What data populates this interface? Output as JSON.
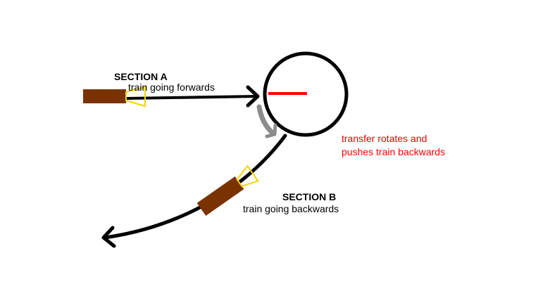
{
  "section_a": {
    "heading": "SECTION A",
    "caption": "train going forwards"
  },
  "section_b": {
    "heading": "SECTION B",
    "caption": "train going backwards"
  },
  "transfer_note": {
    "line1": "transfer rotates and",
    "line2": "pushes train backwards"
  },
  "colors": {
    "track": "#000000",
    "train_body": "#7a3300",
    "train_front": "#f2d600",
    "transfer_bar": "#ff0000",
    "rotation_arrow": "#8c8c8c",
    "note_text": "#ff0000"
  },
  "icons": {
    "rotation": "curved-arrow-icon",
    "direction": "arrowhead-icon"
  }
}
